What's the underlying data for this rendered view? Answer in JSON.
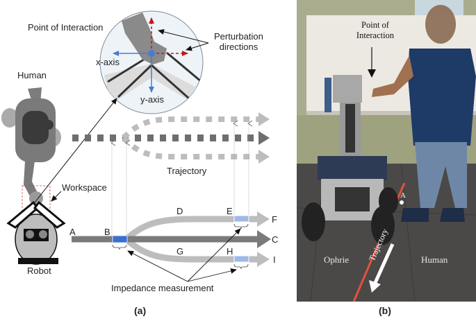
{
  "panel_a": {
    "caption": "(a)",
    "labels": {
      "point_of_interaction": "Point of Interaction",
      "perturbation_line1": "Perturbation",
      "perturbation_line2": "directions",
      "x_axis": "x-axis",
      "y_axis": "y-axis",
      "human": "Human",
      "robot": "Robot",
      "workspace": "Workspace",
      "trajectory": "Trajectory",
      "impedance_measurement": "Impedance measurement"
    },
    "path_points": [
      "A",
      "B",
      "C",
      "D",
      "E",
      "F",
      "G",
      "H",
      "I"
    ],
    "colors": {
      "main_path": "#7a7a7a",
      "branch_path": "#bdbdbd",
      "measure_strong": "#3a6fd0",
      "measure_light": "#9fb8e6",
      "perturbation": "#c0181b",
      "axis": "#4a7bd0"
    }
  },
  "panel_b": {
    "caption": "(b)",
    "labels": {
      "point_of_interaction_line1": "Point of",
      "point_of_interaction_line2": "Interaction",
      "point_a": "A",
      "robot_name": "Ophrie",
      "human": "Human",
      "trajectory": "Trajectory"
    }
  }
}
